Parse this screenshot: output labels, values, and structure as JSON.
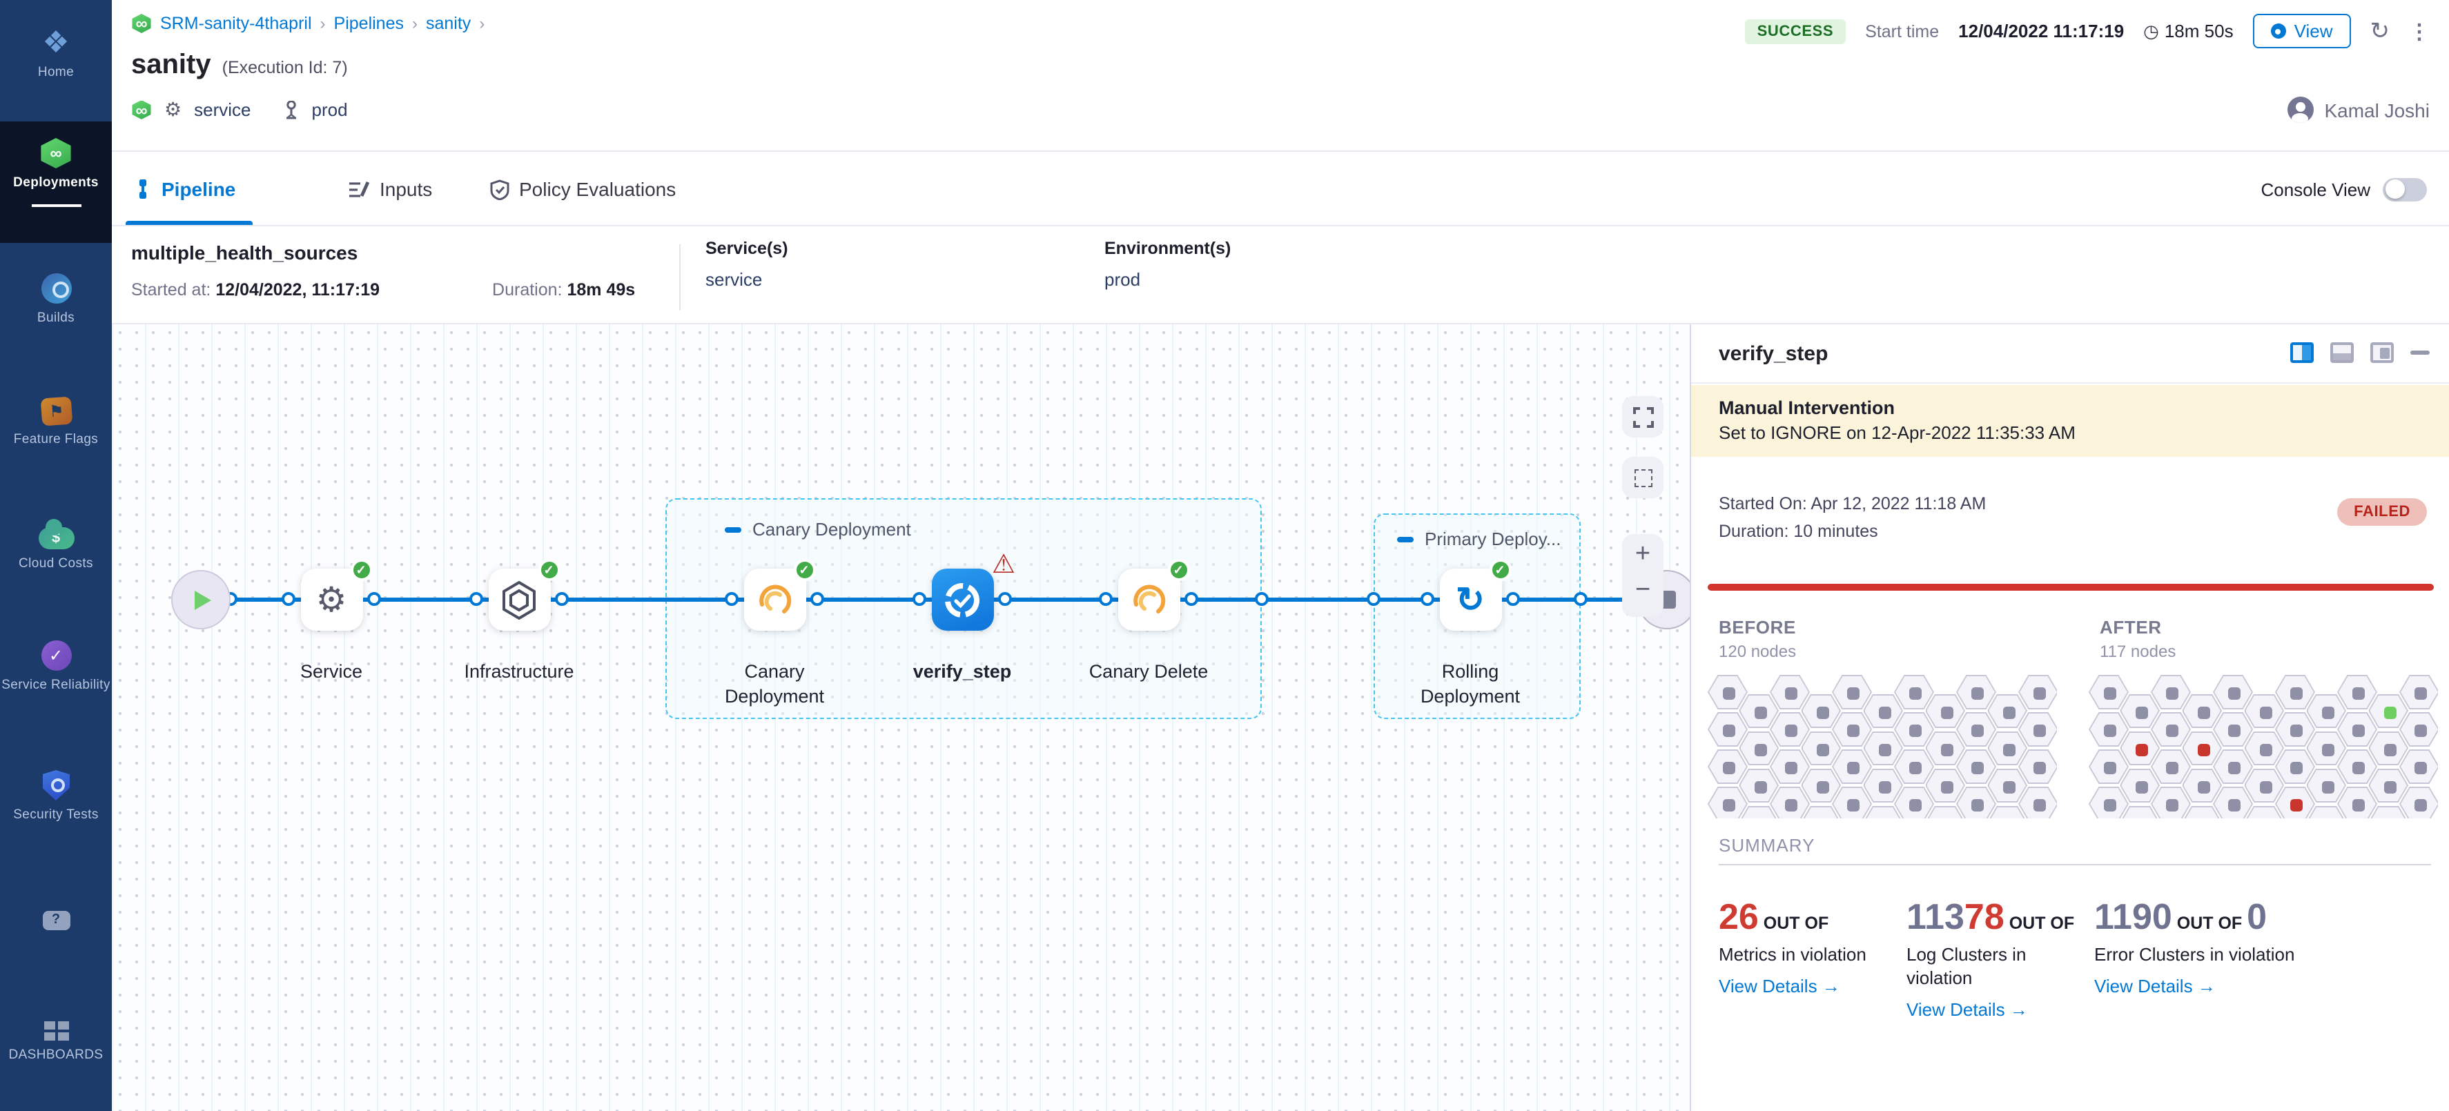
{
  "colors": {
    "accent_blue": "#0278d5",
    "success_green": "#42ab47",
    "error_red": "#cf3a31",
    "warning_red": "#b92d26",
    "slate": "#707390",
    "sidebar_bg": "#1c3a6a",
    "banner_bg": "#fbf3da",
    "canary_orange": "#f2a33a"
  },
  "sidebar": {
    "items": [
      {
        "label": "Home"
      },
      {
        "label": "Deployments",
        "active": true
      },
      {
        "label": "Builds"
      },
      {
        "label": "Feature Flags"
      },
      {
        "label": "Cloud Costs"
      },
      {
        "label": "Service Reliability"
      },
      {
        "label": "Security Tests"
      }
    ],
    "bottom_label": "DASHBOARDS"
  },
  "header": {
    "breadcrumb": {
      "items": [
        "SRM-sanity-4thapril",
        "Pipelines",
        "sanity"
      ]
    },
    "title": "sanity",
    "execution_id": "(Execution Id: 7)",
    "service_link": "service",
    "env_link": "prod",
    "status_badge": "SUCCESS",
    "start_time_label": "Start time",
    "start_time_value": "12/04/2022 11:17:19",
    "duration_value": "18m 50s",
    "view_button": "View",
    "user_name": "Kamal Joshi"
  },
  "tabs": {
    "items": [
      {
        "label": "Pipeline",
        "active": true
      },
      {
        "label": "Inputs"
      },
      {
        "label": "Policy Evaluations"
      }
    ],
    "console_view_label": "Console View"
  },
  "run_info": {
    "name": "multiple_health_sources",
    "started_label": "Started at:",
    "started_value": "12/04/2022, 11:17:19",
    "duration_label": "Duration:",
    "duration_value": "18m 49s",
    "services_label": "Service(s)",
    "services_value": "service",
    "environments_label": "Environment(s)",
    "environments_value": "prod"
  },
  "pipeline": {
    "groups": [
      {
        "label": "Canary Deployment"
      },
      {
        "label": "Primary Deploy..."
      }
    ],
    "nodes": [
      {
        "label": "Service",
        "status": "success"
      },
      {
        "label": "Infrastructure",
        "status": "success"
      },
      {
        "label": "Canary Deployment",
        "status": "success"
      },
      {
        "label": "verify_step",
        "status": "warning",
        "selected": true
      },
      {
        "label": "Canary Delete",
        "status": "success"
      },
      {
        "label": "Rolling Deployment",
        "status": "success"
      }
    ]
  },
  "panel": {
    "title": "verify_step",
    "intervention": {
      "title": "Manual Intervention",
      "subtitle": "Set to IGNORE on 12-Apr-2022 11:35:33 AM"
    },
    "started_on": "Started On: Apr 12, 2022 11:18 AM",
    "duration": "Duration: 10 minutes",
    "status": "FAILED",
    "before": {
      "label": "BEFORE",
      "sub": "120 nodes"
    },
    "after": {
      "label": "AFTER",
      "sub": "117 nodes",
      "highlights": [
        {
          "col": 9,
          "row": 0,
          "color": "#6fce60"
        },
        {
          "col": 1,
          "row": 1,
          "color": "#c8362d"
        },
        {
          "col": 3,
          "row": 1,
          "color": "#c8362d"
        },
        {
          "col": 6,
          "row": 3,
          "color": "#c8362d"
        }
      ]
    },
    "summary_label": "SUMMARY",
    "metrics": [
      {
        "segments": [
          {
            "t": "26",
            "s": "big-red"
          },
          {
            "t": " OUT OF",
            "s": "small"
          }
        ],
        "label": "Metrics in violation",
        "link": "View Details →"
      },
      {
        "segments": [
          {
            "t": "113",
            "s": "big-slate"
          },
          {
            "t": "78",
            "s": "big-red"
          },
          {
            "t": " OUT OF",
            "s": "small"
          }
        ],
        "label": "Log Clusters in violation",
        "link": "View Details →"
      },
      {
        "segments": [
          {
            "t": "1190",
            "s": "big-slate"
          },
          {
            "t": " OUT OF ",
            "s": "small"
          },
          {
            "t": "0",
            "s": "big-slate"
          }
        ],
        "label": "Error Clusters in violation",
        "link": "View Details →"
      }
    ]
  }
}
